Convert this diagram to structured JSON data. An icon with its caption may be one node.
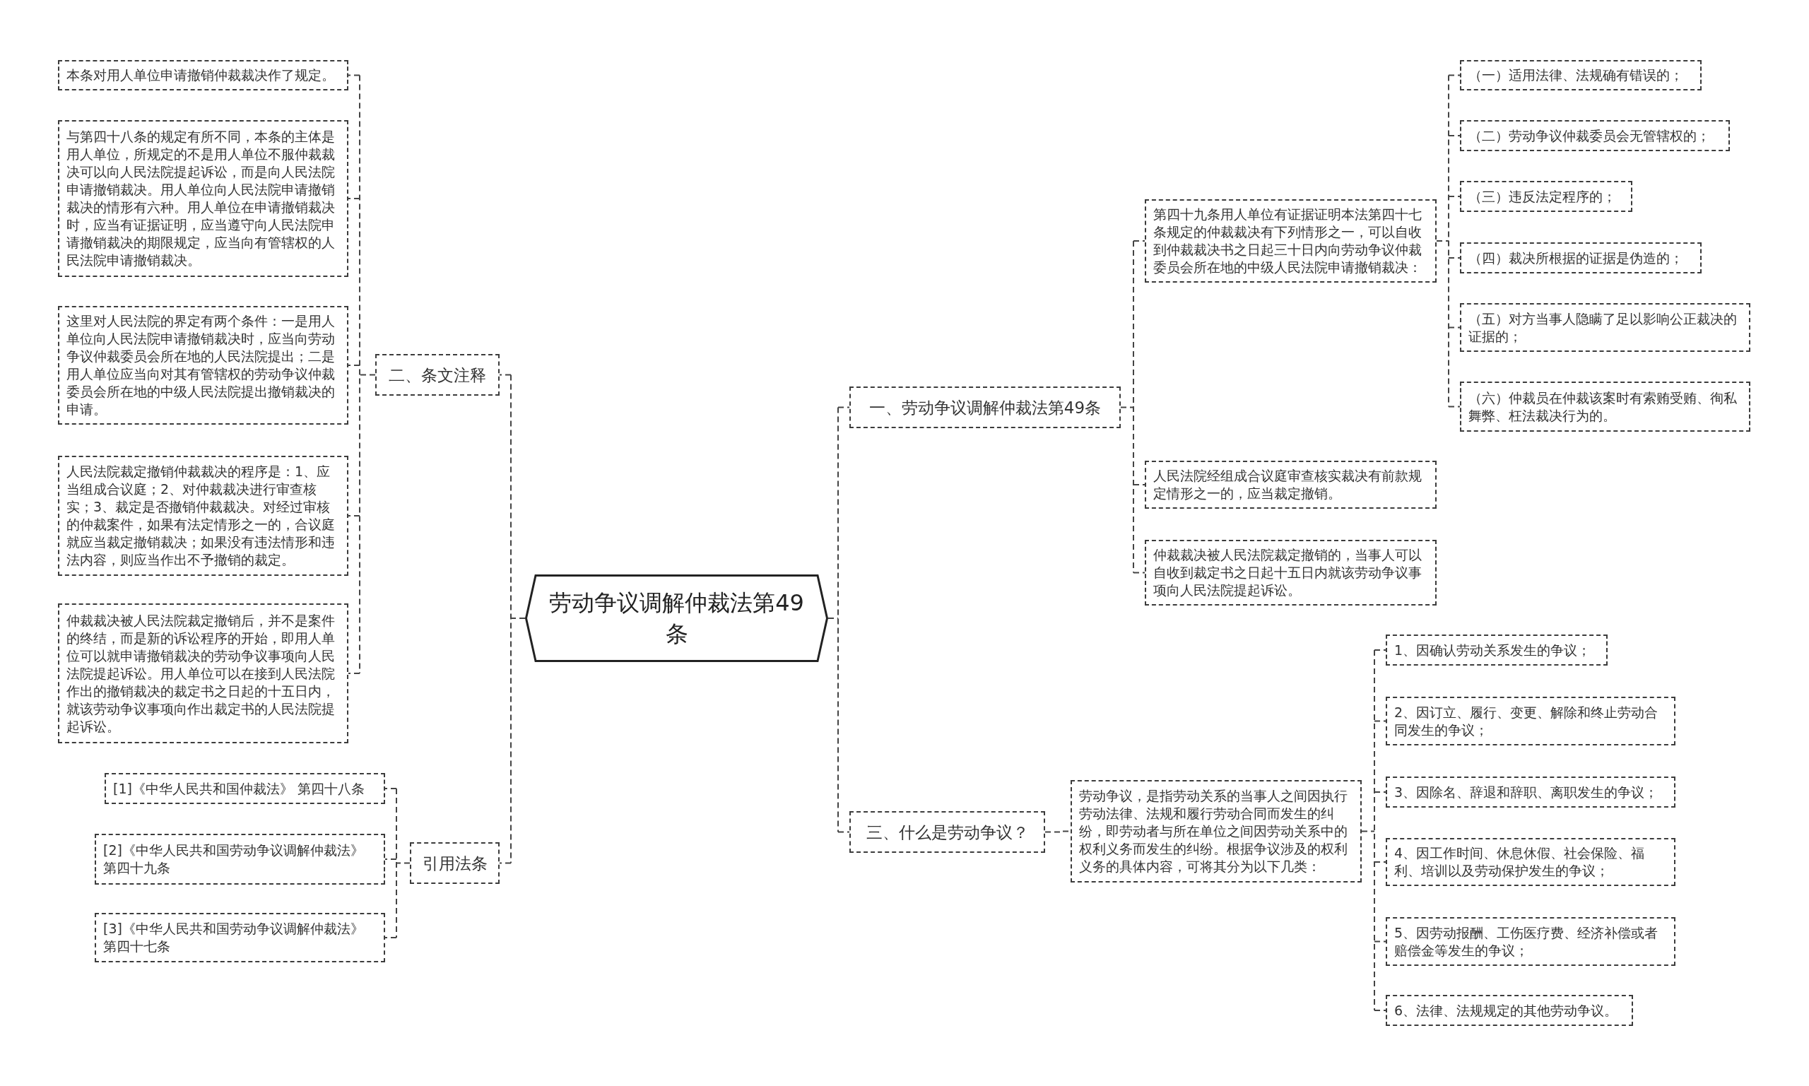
{
  "diagram": {
    "nodes": [
      {
        "text": [
          "劳动争议调解仲裁法第49条"
        ]
      },
      {
        "text": [
          "二、条文注释"
        ]
      },
      {
        "text": [
          "本条对用人单位申请撤销仲裁裁决作了规定。"
        ]
      },
      {
        "text": [
          "与第四十八条的规定有所不同，本条的主体是用人单位，所规定的不是用人单位不服仲裁裁决可以向人民法院提起诉讼，而是向人民法院申请撤销裁决。用人单位向人民法院申请撤销裁决的情形有六种。用人单位在申请撤销裁决时，应当有证据证明，应当遵守向人民法院申请撤销裁决的期限规定，应当向有管辖权的人民法院申请撤销裁决。"
        ]
      },
      {
        "text": [
          "这里对人民法院的界定有两个条件：一是用人单位向人民法院申请撤销裁决时，应当向劳动争议仲裁委员会所在地的人民法院提出；二是用人单位应当向对其有管辖权的劳动争议仲裁委员会所在地的中级人民法院提出撤销裁决的申请。"
        ]
      },
      {
        "text": [
          "人民法院裁定撤销仲裁裁决的程序是：1、应当组成合议庭；2、对仲裁裁决进行审查核实；3、裁定是否撤销仲裁裁决。对经过审核的仲裁案件，如果有法定情形之一的，合议庭就应当裁定撤销裁决；如果没有违法情形和违法内容，则应当作出不予撤销的裁定。"
        ]
      },
      {
        "text": [
          "仲裁裁决被人民法院裁定撤销后，并不是案件的终结，而是新的诉讼程序的开始，即用人单位可以就申请撤销裁决的劳动争议事项向人民法院提起诉讼。用人单位可以在接到人民法院作出的撤销裁决的裁定书之日起的十五日内，就该劳动争议事项向作出裁定书的人民法院提起诉讼。"
        ]
      },
      {
        "text": [
          "引用法条"
        ]
      },
      {
        "text": [
          "[1]《中华人民共和国仲裁法》 第四十八条"
        ]
      },
      {
        "text": [
          "[2]《中华人民共和国劳动争议调解仲裁法》第四十九条"
        ]
      },
      {
        "text": [
          "[3]《中华人民共和国劳动争议调解仲裁法》第四十七条"
        ]
      },
      {
        "text": [
          "一、劳动争议调解仲裁法第49条"
        ]
      },
      {
        "text": [
          "第四十九条用人单位有证据证明本法第四十七条规定的仲裁裁决有下列情形之一，可以自收到仲裁裁决书之日起三十日内向劳动争议仲裁委员会所在地的中级人民法院申请撤销裁决："
        ]
      },
      {
        "text": [
          "（一）适用法律、法规确有错误的；"
        ]
      },
      {
        "text": [
          "（二）劳动争议仲裁委员会无管辖权的；"
        ]
      },
      {
        "text": [
          "（三）违反法定程序的；"
        ]
      },
      {
        "text": [
          "（四）裁决所根据的证据是伪造的；"
        ]
      },
      {
        "text": [
          "（五）对方当事人隐瞒了足以影响公正裁决的证据的；"
        ]
      },
      {
        "text": [
          "（六）仲裁员在仲裁该案时有索贿受贿、徇私舞弊、枉法裁决行为的。"
        ]
      },
      {
        "text": [
          "人民法院经组成合议庭审查核实裁决有前款规定情形之一的，应当裁定撤销。"
        ]
      },
      {
        "text": [
          "仲裁裁决被人民法院裁定撤销的，当事人可以自收到裁定书之日起十五日内就该劳动争议事项向人民法院提起诉讼。"
        ]
      },
      {
        "text": [
          "三、什么是劳动争议？"
        ]
      },
      {
        "text": [
          "劳动争议，是指劳动关系的当事人之间因执行劳动法律、法规和履行劳动合同而发生的纠纷，即劳动者与所在单位之间因劳动关系中的权利义务而发生的纠纷。根据争议涉及的权利义务的具体内容，可将其分为以下几类："
        ]
      },
      {
        "text": [
          "1、因确认劳动关系发生的争议；"
        ]
      },
      {
        "text": [
          "2、因订立、履行、变更、解除和终止劳动合同发生的争议；"
        ]
      },
      {
        "text": [
          "3、因除名、辞退和辞职、离职发生的争议；"
        ]
      },
      {
        "text": [
          "4、因工作时间、休息休假、社会保险、福利、培训以及劳动保护发生的争议；"
        ]
      },
      {
        "text": [
          "5、因劳动报酬、工伤医疗费、经济补偿或者赔偿金等发生的争议；"
        ]
      },
      {
        "text": [
          "6、法律、法规规定的其他劳动争议。"
        ]
      }
    ],
    "edges": [
      {
        "from": 0,
        "to": 1,
        "arrow": "none",
        "style": "dashed"
      },
      {
        "from": 1,
        "to": 2,
        "arrow": "none",
        "style": "dashed"
      },
      {
        "from": 1,
        "to": 3,
        "arrow": "none",
        "style": "dashed"
      },
      {
        "from": 1,
        "to": 4,
        "arrow": "none",
        "style": "dashed"
      },
      {
        "from": 1,
        "to": 5,
        "arrow": "none",
        "style": "dashed"
      },
      {
        "from": 1,
        "to": 6,
        "arrow": "none",
        "style": "dashed"
      },
      {
        "from": 0,
        "to": 7,
        "arrow": "none",
        "style": "dashed"
      },
      {
        "from": 7,
        "to": 8,
        "arrow": "none",
        "style": "dashed"
      },
      {
        "from": 7,
        "to": 9,
        "arrow": "none",
        "style": "dashed"
      },
      {
        "from": 7,
        "to": 10,
        "arrow": "none",
        "style": "dashed"
      },
      {
        "from": 0,
        "to": 11,
        "arrow": "none",
        "style": "dashed"
      },
      {
        "from": 11,
        "to": 12,
        "arrow": "none",
        "style": "dashed"
      },
      {
        "from": 12,
        "to": 13,
        "arrow": "none",
        "style": "dashed"
      },
      {
        "from": 12,
        "to": 14,
        "arrow": "none",
        "style": "dashed"
      },
      {
        "from": 12,
        "to": 15,
        "arrow": "none",
        "style": "dashed"
      },
      {
        "from": 12,
        "to": 16,
        "arrow": "none",
        "style": "dashed"
      },
      {
        "from": 12,
        "to": 17,
        "arrow": "none",
        "style": "dashed"
      },
      {
        "from": 12,
        "to": 18,
        "arrow": "none",
        "style": "dashed"
      },
      {
        "from": 11,
        "to": 19,
        "arrow": "none",
        "style": "dashed"
      },
      {
        "from": 11,
        "to": 20,
        "arrow": "none",
        "style": "dashed"
      },
      {
        "from": 0,
        "to": 21,
        "arrow": "none",
        "style": "dashed"
      },
      {
        "from": 21,
        "to": 22,
        "arrow": "none",
        "style": "dashed"
      },
      {
        "from": 22,
        "to": 23,
        "arrow": "none",
        "style": "dashed"
      },
      {
        "from": 22,
        "to": 24,
        "arrow": "none",
        "style": "dashed"
      },
      {
        "from": 22,
        "to": 25,
        "arrow": "none",
        "style": "dashed"
      },
      {
        "from": 22,
        "to": 26,
        "arrow": "none",
        "style": "dashed"
      },
      {
        "from": 22,
        "to": 27,
        "arrow": "none",
        "style": "dashed"
      },
      {
        "from": 22,
        "to": 28,
        "arrow": "none",
        "style": "dashed"
      }
    ]
  }
}
